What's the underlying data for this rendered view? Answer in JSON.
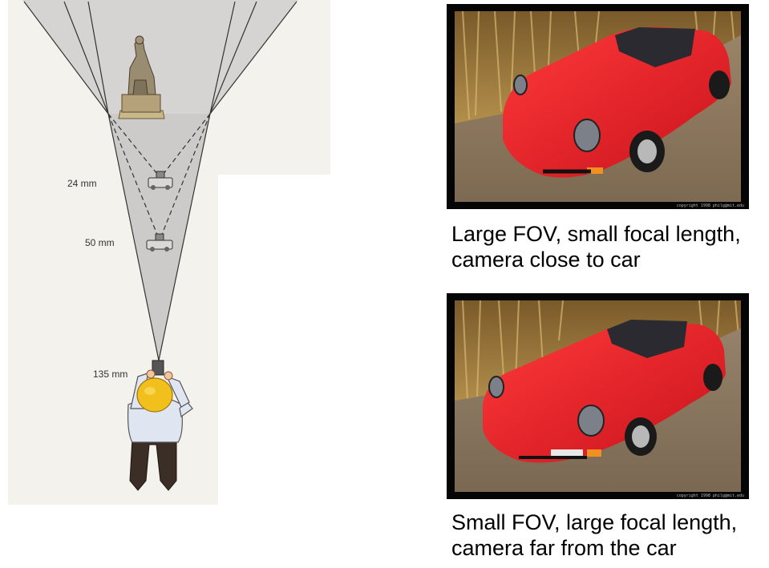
{
  "diagram": {
    "focal_labels": [
      "24 mm",
      "50 mm",
      "135 mm"
    ]
  },
  "photos": [
    {
      "caption_lines": [
        "Large FOV, small focal length,",
        "camera close to car"
      ],
      "copyright": "copyright 1998 philg@mit.edu"
    },
    {
      "caption_lines": [
        "Small FOV, large focal length,",
        "camera far from the car"
      ],
      "copyright": "copyright 1998 philg@mit.edu"
    }
  ],
  "colors": {
    "car_red": "#e5202a",
    "corn": "#b8954f",
    "ground": "#8d7b62",
    "frame": "#050505",
    "cone": "#c8c8c8"
  }
}
